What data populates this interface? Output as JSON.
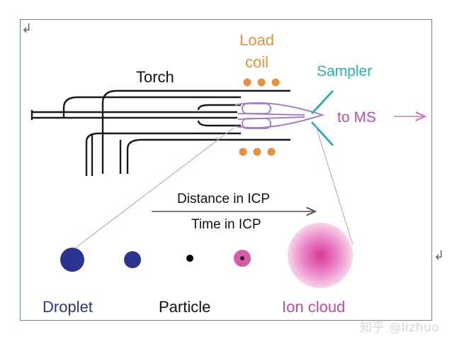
{
  "labels": {
    "torch": "Torch",
    "load_coil_line1": "Load",
    "load_coil_line2": "coil",
    "sampler": "Sampler",
    "to_ms": "to MS",
    "distance": "Distance in ICP",
    "time": "Time in ICP",
    "droplet": "Droplet",
    "particle": "Particle",
    "ion_cloud": "Ion cloud"
  },
  "paragraph_marks": {
    "left": "↲",
    "right": "↲"
  },
  "watermark": "知乎 @lizhuo",
  "colors": {
    "frame_border": "#6f7fb8",
    "torch_lines": "#1a1a1a",
    "coil": "#e8913a",
    "sampler": "#28b3b0",
    "ms_text": "#c24ba6",
    "droplet": "#2b3590",
    "particle": "#000000",
    "ion_cloud": "#e07fc2",
    "ion_text": "#c24ba6",
    "plasma": "#a57fd0"
  }
}
